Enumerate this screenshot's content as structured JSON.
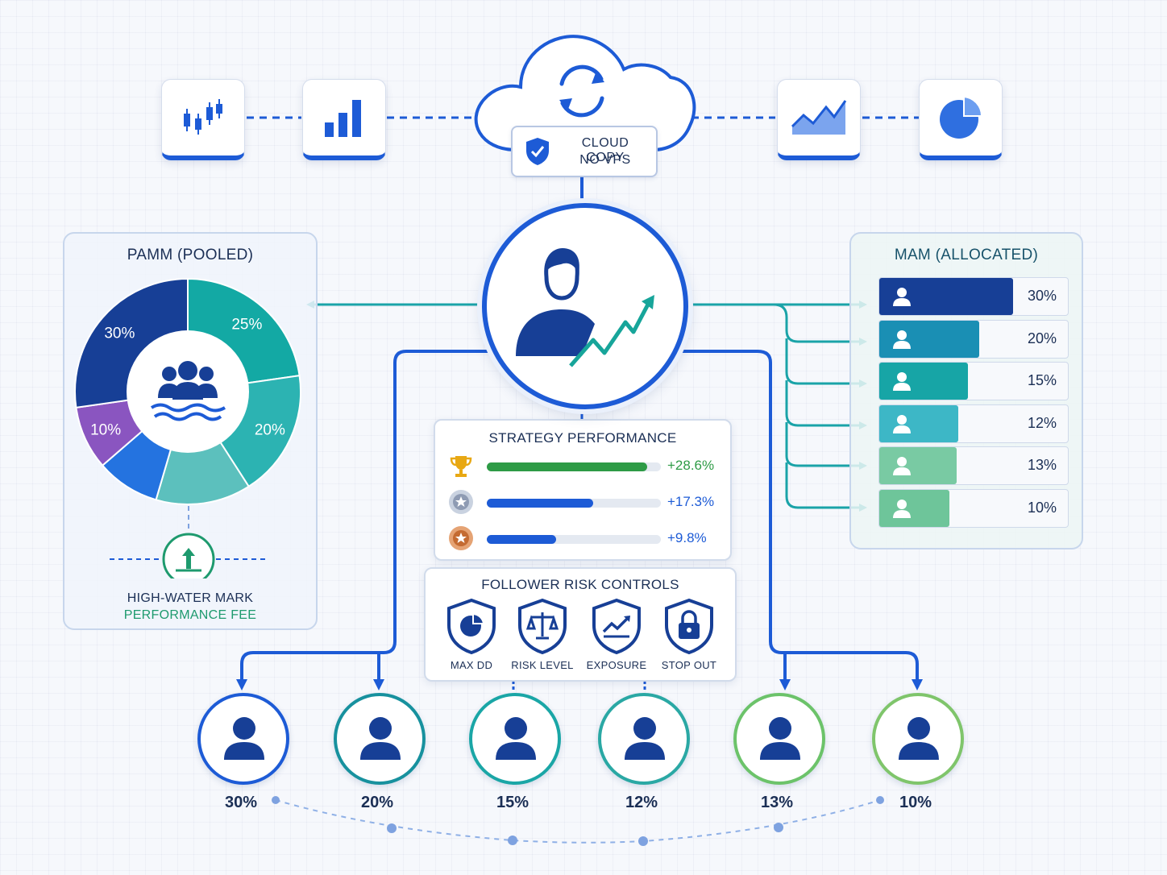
{
  "cloud": {
    "line1": "CLOUD COPY",
    "line2": "NO VPS",
    "icons": [
      "sync-icon",
      "shield-check-icon"
    ]
  },
  "top_tiles": [
    "candlestick-chart-icon",
    "bar-chart-icon",
    "area-line-chart-icon",
    "pie-chart-icon"
  ],
  "pamm": {
    "title": "PAMM (POOLED)",
    "chart_data": {
      "type": "pie",
      "slices": [
        {
          "label": "25%",
          "value": 25,
          "color": "#13a9a4"
        },
        {
          "label": "20%",
          "value": 20,
          "color": "#2cb3b2"
        },
        {
          "label": "",
          "value": 15,
          "color": "#5cc0bd"
        },
        {
          "label": "",
          "value": 10,
          "color": "#2473e0"
        },
        {
          "label": "10%",
          "value": 10,
          "color": "#8a55c0"
        },
        {
          "label": "30%",
          "value": 30,
          "color": "#173f96"
        }
      ]
    },
    "hwm_line1": "HIGH-WATER MARK",
    "hwm_line2": "PERFORMANCE FEE"
  },
  "mam": {
    "title": "MAM (ALLOCATED)",
    "rows": [
      {
        "pct": "30%",
        "fill": 0.71,
        "color": "#173f96"
      },
      {
        "pct": "20%",
        "fill": 0.53,
        "color": "#1a8fb4"
      },
      {
        "pct": "15%",
        "fill": 0.47,
        "color": "#17a5a6"
      },
      {
        "pct": "12%",
        "fill": 0.42,
        "color": "#3db7c6"
      },
      {
        "pct": "13%",
        "fill": 0.41,
        "color": "#79caa3"
      },
      {
        "pct": "10%",
        "fill": 0.37,
        "color": "#6ec59a"
      }
    ]
  },
  "strategy": {
    "title": "STRATEGY PERFORMANCE",
    "rows": [
      {
        "value": "+28.6%",
        "fill": 0.92,
        "color": "#2e9b46",
        "icon": "trophy-icon"
      },
      {
        "value": "+17.3%",
        "fill": 0.61,
        "color": "#1d5bd6",
        "icon": "silver-medal-icon"
      },
      {
        "value": "+9.8%",
        "fill": 0.4,
        "color": "#1d5bd6",
        "icon": "bronze-medal-icon"
      }
    ]
  },
  "risk": {
    "title": "FOLLOWER RISK CONTROLS",
    "items": [
      {
        "label": "MAX DD",
        "icon": "pie-shield-icon"
      },
      {
        "label": "RISK LEVEL",
        "icon": "scale-shield-icon"
      },
      {
        "label": "EXPOSURE",
        "icon": "trend-shield-icon"
      },
      {
        "label": "STOP OUT",
        "icon": "lock-shield-icon"
      }
    ]
  },
  "followers": [
    {
      "pct": "30%",
      "color": "#1d5bd6"
    },
    {
      "pct": "20%",
      "color": "#17919e"
    },
    {
      "pct": "15%",
      "color": "#1aa6a6"
    },
    {
      "pct": "12%",
      "color": "#2aa8a4"
    },
    {
      "pct": "13%",
      "color": "#6cc36a"
    },
    {
      "pct": "10%",
      "color": "#7fc56b"
    }
  ],
  "colors": {
    "primary": "#1d5bd6",
    "navy": "#173f96",
    "teal": "#17a5a6",
    "text": "#1b2f55"
  }
}
